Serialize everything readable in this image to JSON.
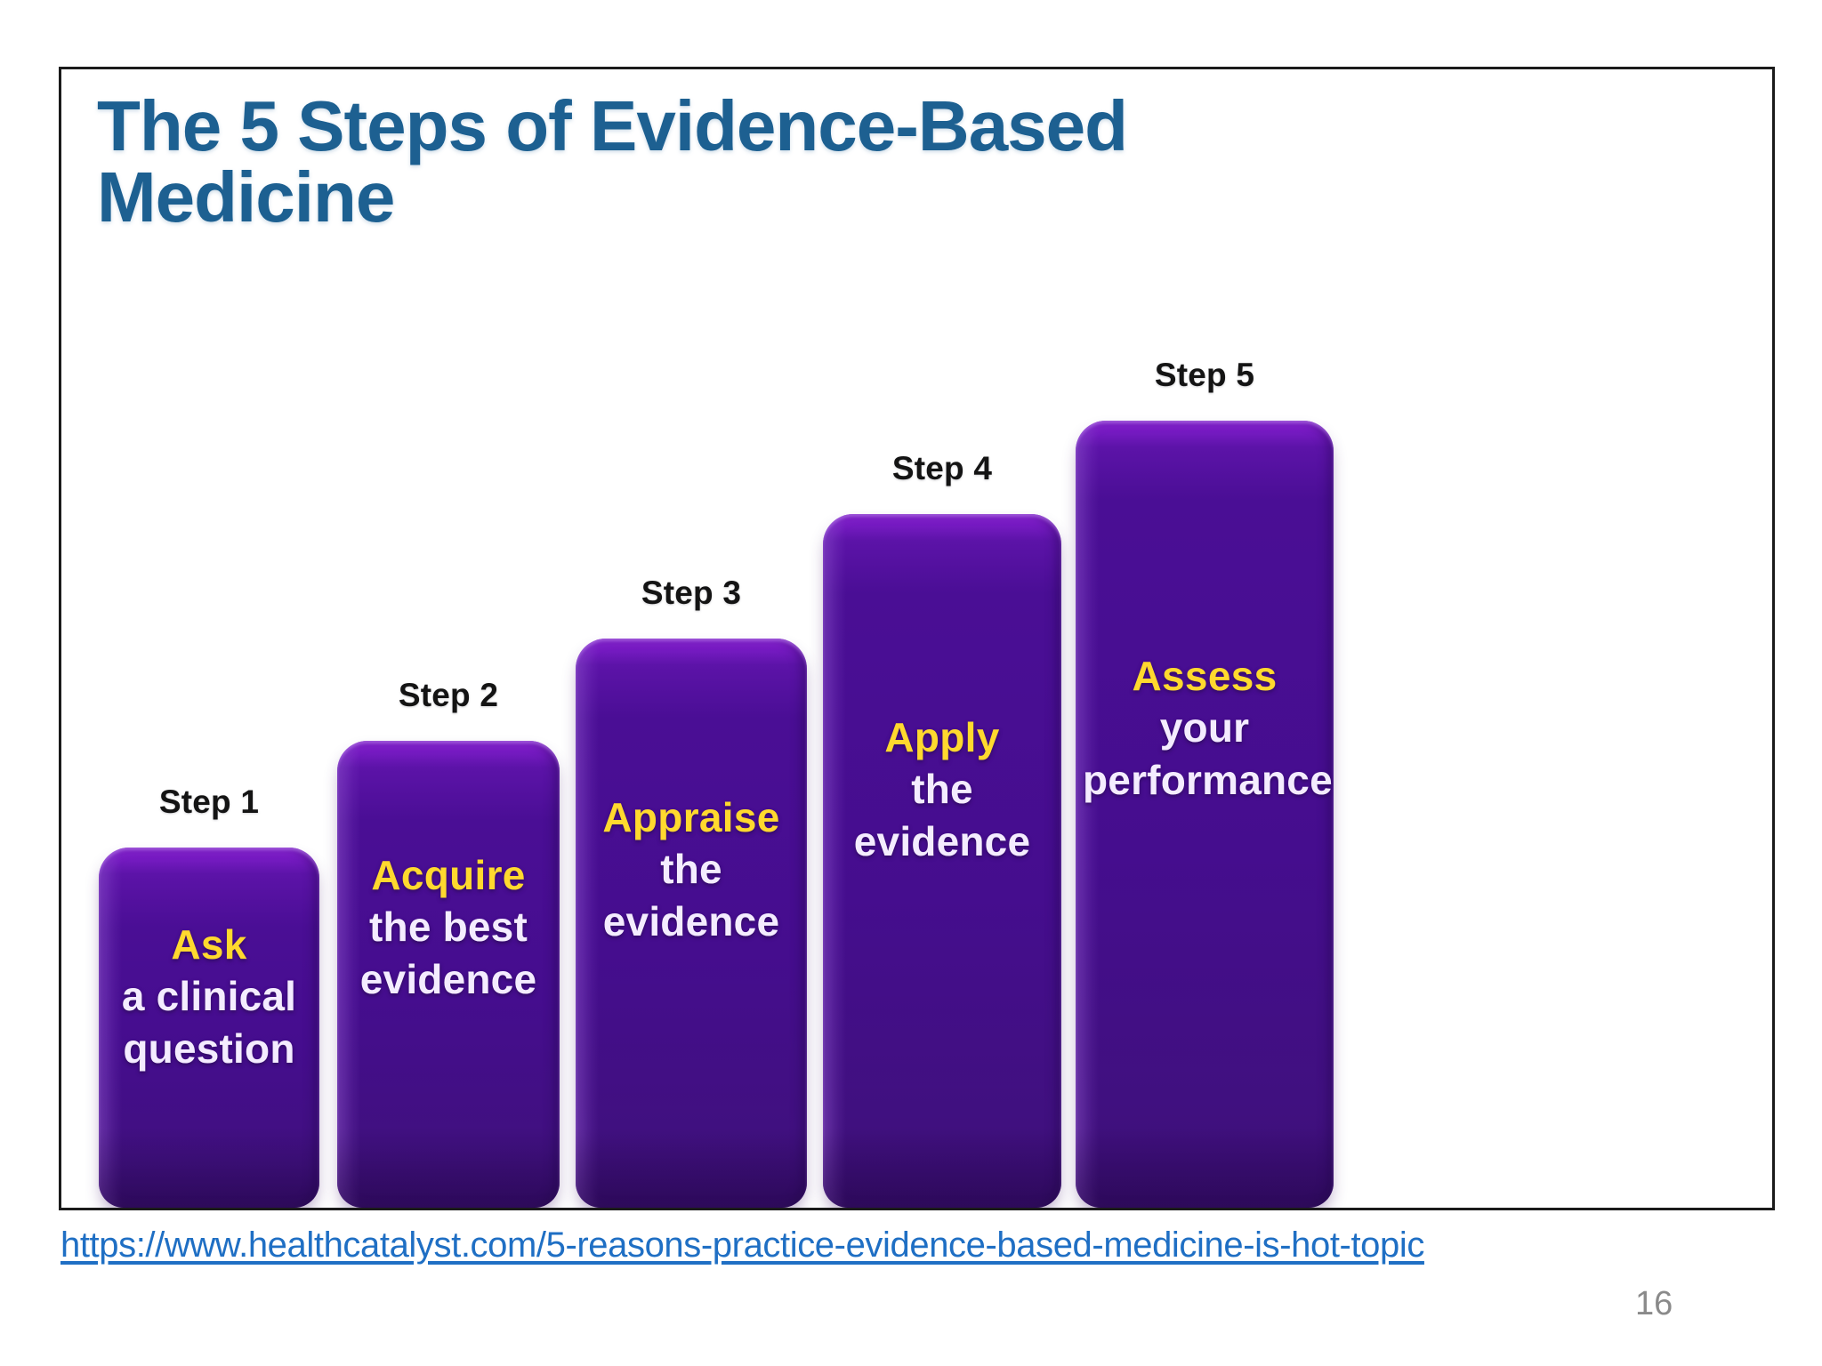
{
  "slide": {
    "number": "16",
    "source_url": "https://www.healthcatalyst.com/5-reasons-practice-evidence-based-medicine-is-hot-topic"
  },
  "figure": {
    "title": "The 5 Steps of Evidence-Based Medicine",
    "title_color": "#1d6091",
    "bar_color": "#4a0e95",
    "verb_color": "#ffd92e",
    "desc_color": "#f4ecff",
    "label_color": "#141414"
  },
  "chart_data": {
    "type": "bar",
    "title": "The 5 Steps of Evidence-Based Medicine",
    "xlabel": "",
    "ylabel": "",
    "grid": false,
    "legend": "none",
    "orientation": "vertical-ascending-staircase",
    "categories": [
      "Step 1",
      "Step 2",
      "Step 3",
      "Step 4",
      "Step 5"
    ],
    "values": [
      405,
      525,
      640,
      780,
      885
    ],
    "value_units": "px bar height (relative, ascending)",
    "ylim": [
      0,
      1000
    ],
    "annotations": [
      "Ask a clinical question",
      "Acquire the best evidence",
      "Appraise the evidence",
      "Apply the evidence",
      "Assess your performance"
    ]
  },
  "steps": [
    {
      "label": "Step 1",
      "verb": "Ask",
      "desc_lines": [
        "a clinical",
        "question"
      ]
    },
    {
      "label": "Step 2",
      "verb": "Acquire",
      "desc_lines": [
        "the best",
        "evidence"
      ]
    },
    {
      "label": "Step 3",
      "verb": "Appraise",
      "desc_lines": [
        "the",
        "evidence"
      ]
    },
    {
      "label": "Step 4",
      "verb": "Apply",
      "desc_lines": [
        "the",
        "evidence"
      ]
    },
    {
      "label": "Step 5",
      "verb": "Assess",
      "desc_lines": [
        "your",
        "performance"
      ]
    }
  ]
}
